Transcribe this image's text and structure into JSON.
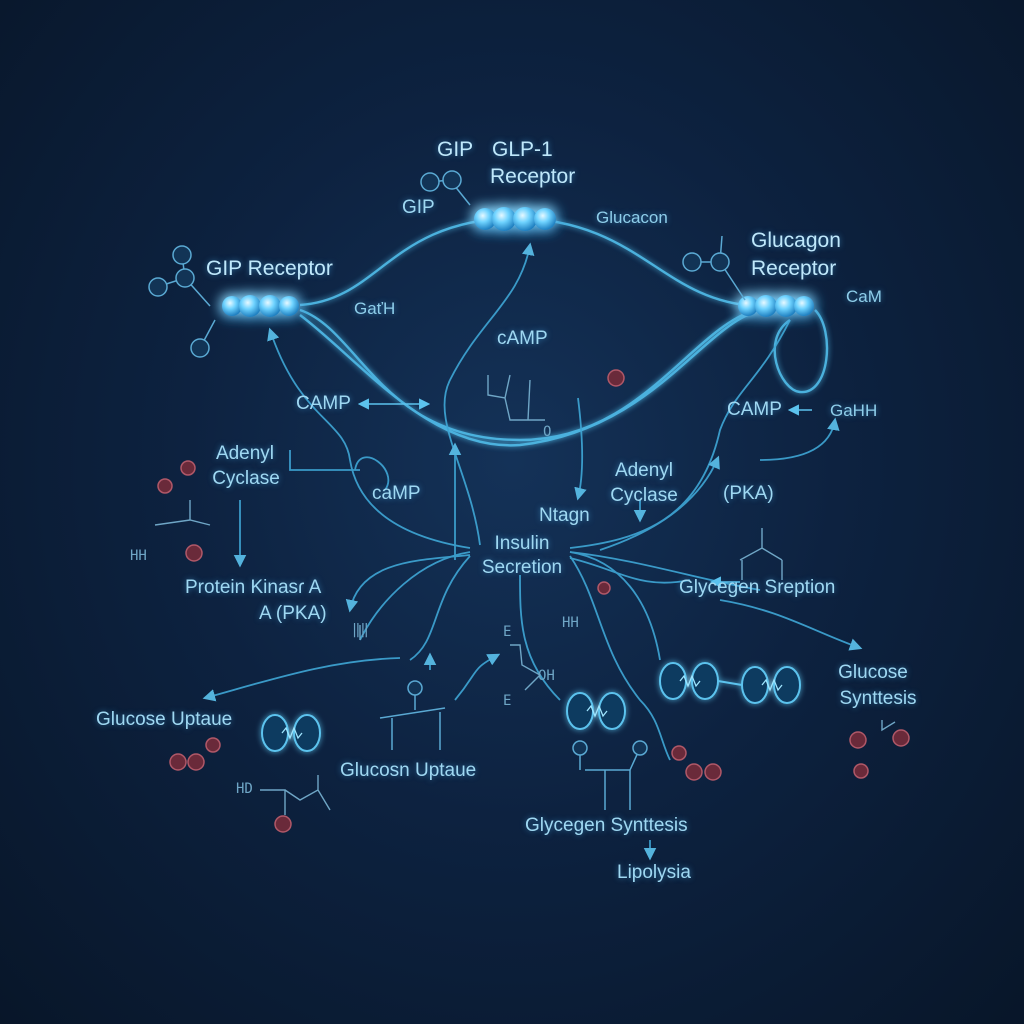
{
  "labels": {
    "gip_top": "GIP",
    "glp1_receptor_line1": "GLP-1",
    "glp1_receptor_line2": "Receptor",
    "gip_left": "GIP",
    "glucacon": "Glucacon",
    "gip_receptor": "GIP Receptor",
    "gat_h": "GaťH",
    "glucagon_receptor_line1": "Glucagon",
    "glucagon_receptor_line2": "Receptor",
    "cam": "CaM",
    "camp_center": "cAMP",
    "camp_left": "CAMP",
    "camp_right": "CAMP",
    "ga_hh": "GaHH",
    "adenyl_cyclase_left_line1": "Adenyl",
    "adenyl_cyclase_left_line2": "Cyclase",
    "camp_mid": "caMP",
    "ntagn": "Ntagn",
    "adenyl_cyclase_right_line1": "Adenyl",
    "adenyl_cyclase_right_line2": "Cyclase",
    "pka_right": "(PKA)",
    "insulin_secretion_line1": "Insulin",
    "insulin_secretion_line2": "Secretion",
    "protein_kinase_line1": "Protein Kinasɾ A",
    "protein_kinase_line2": "A (PKA)",
    "glycogen_sreption": "Glycegen Sreption",
    "glucose_synthesis_line1": "Glucose",
    "glucose_synthesis_line2": "Synttesis",
    "glucose_uptake_left": "Glucose Uptaue",
    "glucosn_uptaue": "Glucosn Uptaue",
    "glycegen_synttesis": "Glycegen Synttesis",
    "lipolysia": "Lipolysia"
  },
  "glyphs": {
    "hh_left": "HH",
    "hh_center": "HH",
    "hd": "HD",
    "oh": "OH",
    "e_top": "E",
    "e_bottom": "E",
    "o_small": "O",
    "tick_marks": "‖‖"
  },
  "colors": {
    "background": "#0d2240",
    "line": "#4fb9e6",
    "glow": "#6fd3ff",
    "text": "#9fd8f2",
    "node_red": "#8a3a4a",
    "node_blue": "#1b4a6e"
  }
}
